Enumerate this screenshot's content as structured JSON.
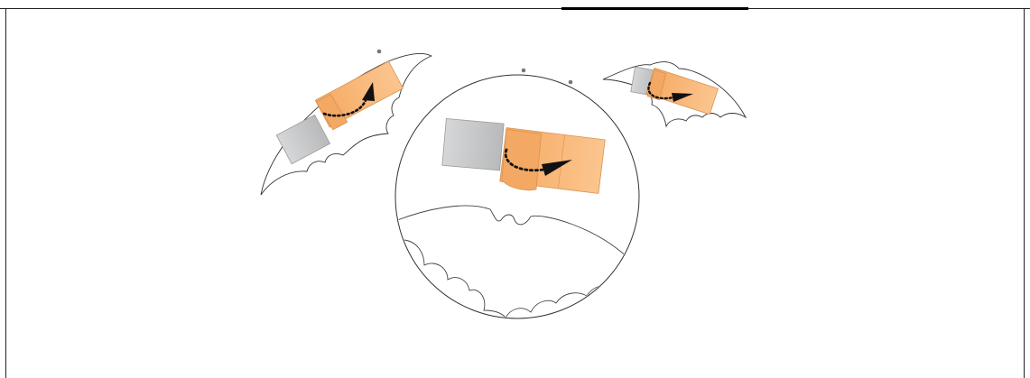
{
  "figure": {
    "colors": {
      "outline": "#333333",
      "wing_line": "#444444",
      "gray_block": "#c9cacb",
      "gray_block_edge": "#9a9b9c",
      "orange_tape": "#f8b77a",
      "orange_tape_edge": "#d99250",
      "orange_fold": "#f3a864",
      "arrow": "#111111",
      "dots": "#777777",
      "frame": "#222222",
      "tab": "#000000"
    },
    "icons": [
      "bat-wing-left",
      "bat-wing-right",
      "magnifier-circle",
      "curved-dotted-arrow"
    ]
  }
}
